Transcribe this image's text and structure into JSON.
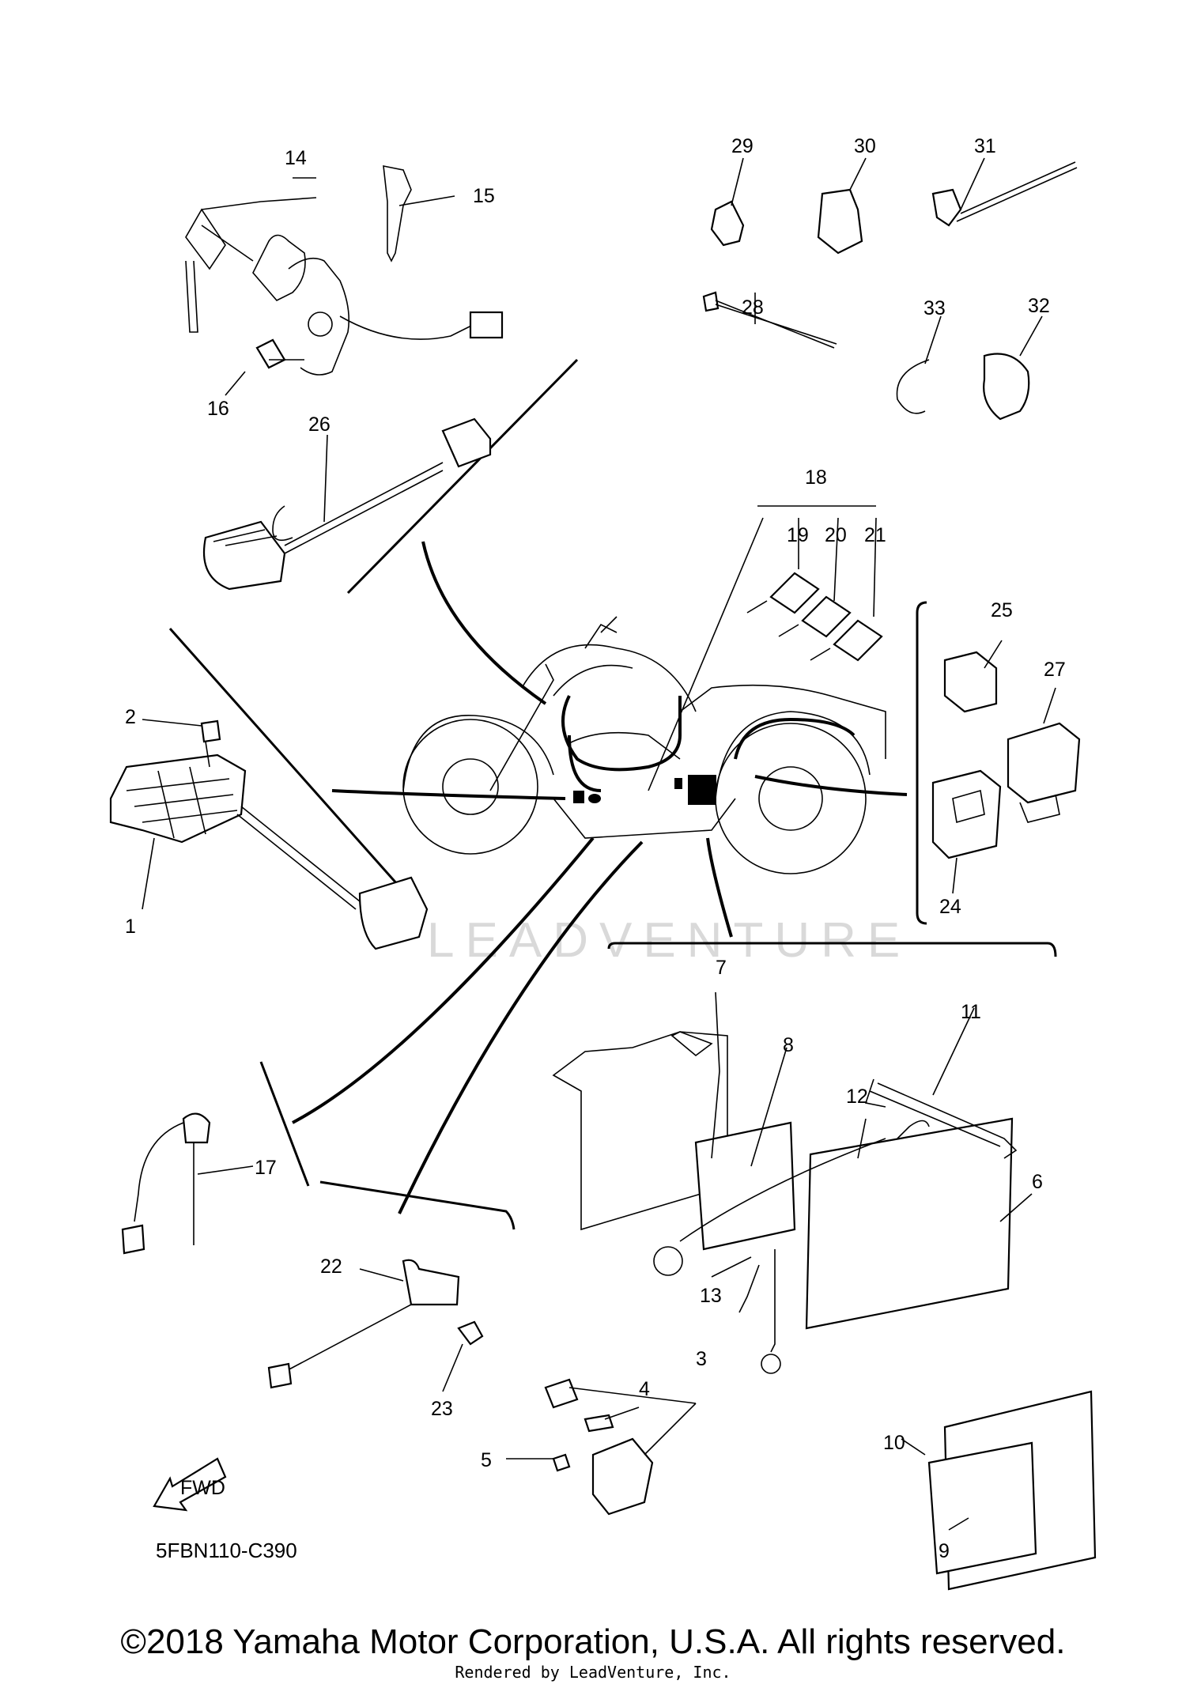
{
  "diagram": {
    "code": "5FBN110-C390",
    "watermark": "LEADVENTURE",
    "fwd_label": "FWD",
    "copyright": "©2018 Yamaha Motor Corporation, U.S.A. All rights reserved.",
    "rendered_by": "Rendered by LeadVenture, Inc.",
    "callouts": [
      "1",
      "2",
      "3",
      "4",
      "5",
      "6",
      "7",
      "8",
      "9",
      "10",
      "11",
      "12",
      "13",
      "14",
      "15",
      "16",
      "17",
      "18",
      "19",
      "20",
      "21",
      "22",
      "23",
      "24",
      "25",
      "26",
      "27",
      "28",
      "29",
      "30",
      "31",
      "32",
      "33"
    ]
  }
}
